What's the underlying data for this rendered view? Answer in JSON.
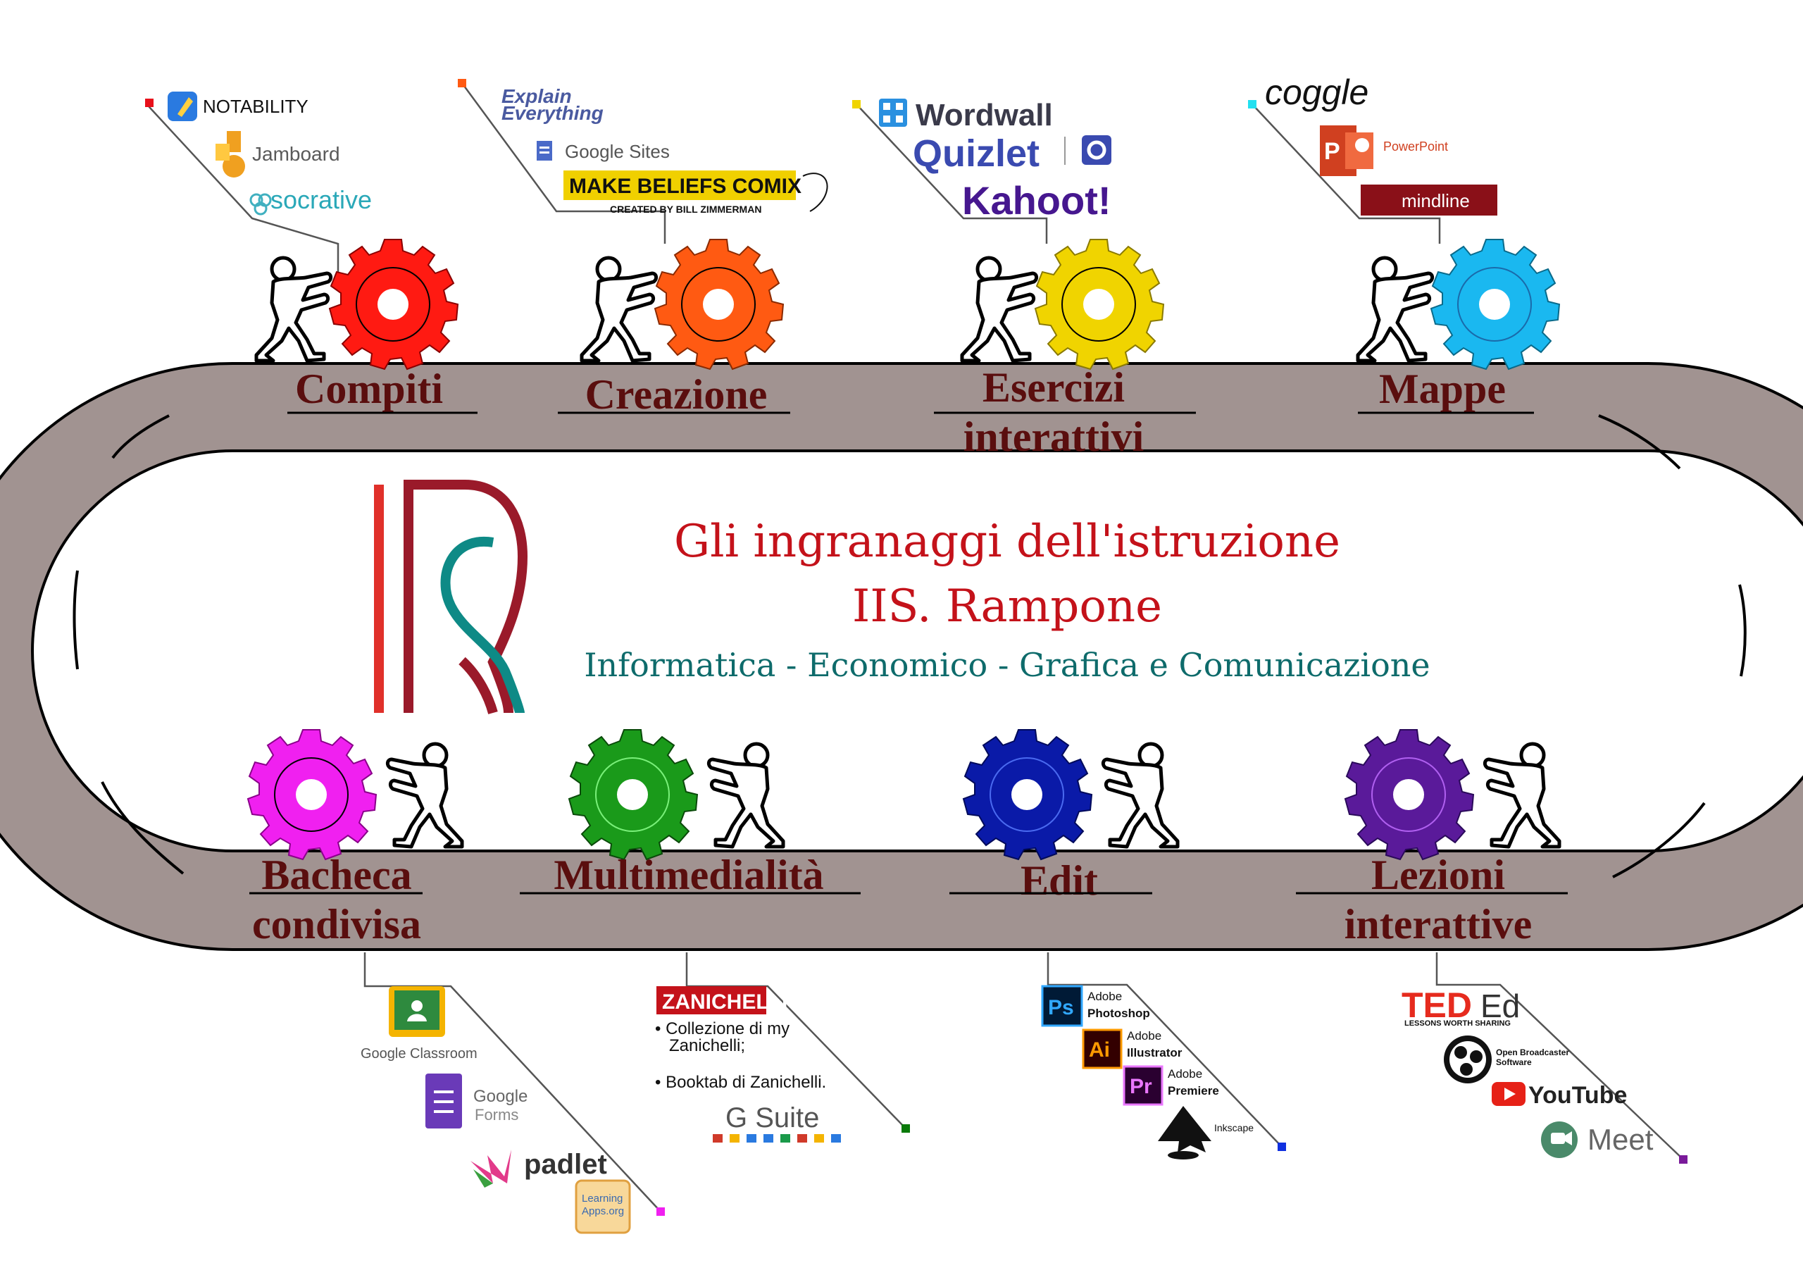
{
  "title": {
    "line1": "Gli ingranaggi dell'istruzione",
    "line2": "IIS. Rampone",
    "line3": "Informatica - Economico - Grafica e Comunicazione"
  },
  "categories": [
    {
      "id": "compiti",
      "lines": [
        "Compiti"
      ],
      "gear_color": "#ff1a12",
      "tools": [
        "NOTABILITY",
        "Jamboard",
        "socrative"
      ]
    },
    {
      "id": "creazione",
      "lines": [
        "Creazione"
      ],
      "gear_color": "#ff5a12",
      "tools": [
        "Explain",
        "Everything",
        "Google Sites",
        "MAKE BELIEFS COMIX",
        "CREATED BY BILL ZIMMERMAN"
      ]
    },
    {
      "id": "esercizi",
      "lines": [
        "Esercizi",
        "interattivi"
      ],
      "gear_color": "#f0d400",
      "tools": [
        "Wordwall",
        "Quizlet",
        "Kahoot!"
      ]
    },
    {
      "id": "mappe",
      "lines": [
        "Mappe"
      ],
      "gear_color": "#1ab8f0",
      "tools": [
        "coggle",
        "PowerPoint",
        "mindline"
      ]
    },
    {
      "id": "bacheca",
      "lines": [
        "Bacheca",
        "condivisa"
      ],
      "gear_color": "#f020f0",
      "tools": [
        "Google Classroom",
        "Google",
        "Forms",
        "padlet",
        "Learning",
        "Apps.org"
      ]
    },
    {
      "id": "multimedialita",
      "lines": [
        "Multimedialità"
      ],
      "gear_color": "#1a9a1a",
      "tools": [
        "ZANICHELLI",
        "• Collezione di my",
        "Zanichelli;",
        "• Booktab di Zanichelli.",
        "G Suite"
      ]
    },
    {
      "id": "edit",
      "lines": [
        "Edit"
      ],
      "gear_color": "#0a1aa8",
      "tools": [
        "Adobe",
        "Photoshop",
        "Adobe",
        "Illustrator",
        "Adobe",
        "Premiere",
        "Inkscape"
      ]
    },
    {
      "id": "lezioni",
      "lines": [
        "Lezioni",
        "interattive"
      ],
      "gear_color": "#5a1a9a",
      "tools": [
        "TED",
        "Ed",
        "LESSONS WORTH SHARING",
        "Open Broadcaster",
        "Software",
        "YouTube",
        "Meet"
      ]
    }
  ],
  "colors": {
    "track": "#a19391",
    "label": "#5a0e0e",
    "title_red": "#c4121a",
    "title_teal": "#0e6b6b",
    "logo_red": "#c4121a",
    "logo_teal": "#0e8a86"
  },
  "icons": [
    "notability-icon",
    "jamboard-icon",
    "google-sites-icon",
    "wordwall-icon",
    "quizlet-icon",
    "powerpoint-icon",
    "google-classroom-icon",
    "google-forms-icon",
    "padlet-icon",
    "photoshop-icon",
    "illustrator-icon",
    "premiere-icon",
    "inkscape-icon",
    "obs-icon",
    "youtube-icon",
    "meet-icon",
    "gear-icon",
    "pusher-figure-icon"
  ]
}
